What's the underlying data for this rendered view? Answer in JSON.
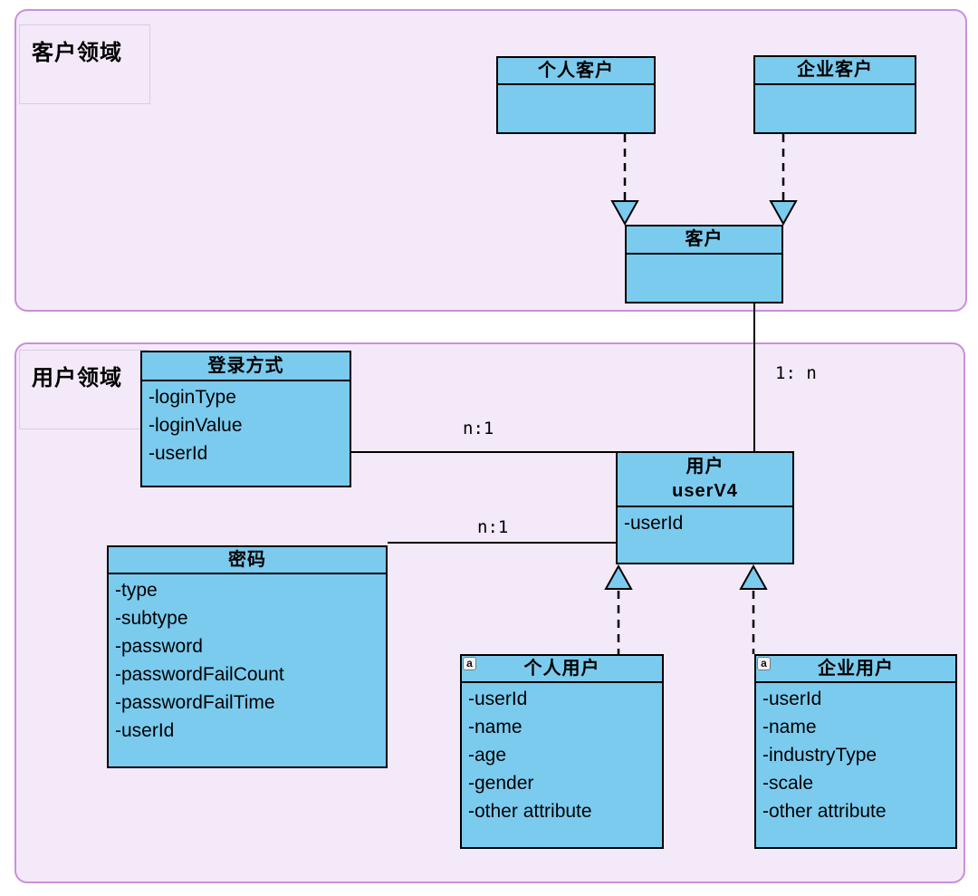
{
  "diagram": {
    "domains": [
      {
        "label": "客户领域"
      },
      {
        "label": "用户领域"
      }
    ],
    "classes": {
      "personal_customer": {
        "title": "个人客户"
      },
      "enterprise_customer": {
        "title": "企业客户"
      },
      "customer": {
        "title": "客户"
      },
      "login_method": {
        "title": "登录方式",
        "attrs": [
          "-loginType",
          "-loginValue",
          "-userId"
        ]
      },
      "user": {
        "title": "用户",
        "subtitle": "userV4",
        "attrs": [
          "-userId"
        ]
      },
      "password": {
        "title": "密码",
        "attrs": [
          "-type",
          "-subtype",
          "-password",
          "-passwordFailCount",
          "-passwordFailTime",
          "-userId"
        ]
      },
      "personal_user": {
        "title": "个人用户",
        "stereotype_badge": "a",
        "attrs": [
          "-userId",
          "-name",
          "-age",
          "-gender",
          "-other attribute"
        ]
      },
      "enterprise_user": {
        "title": "企业用户",
        "stereotype_badge": "a",
        "attrs": [
          "-userId",
          "-name",
          "-industryType",
          "-scale",
          "-other attribute"
        ]
      }
    },
    "edge_labels": {
      "customer_to_user": "1: n",
      "login_to_user": "n:1",
      "password_to_user": "n:1"
    },
    "colors": {
      "class_fill": "#7BCBEF",
      "class_border": "#000000",
      "domain_fill": "#F4E9F8",
      "domain_border": "#C98FDB"
    }
  }
}
